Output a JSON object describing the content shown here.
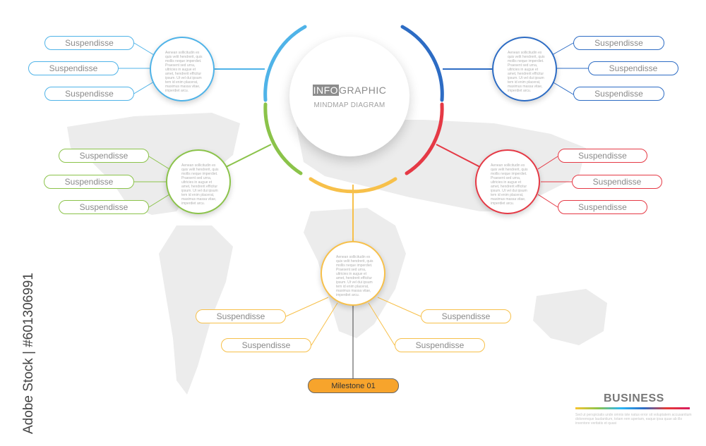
{
  "hub": {
    "title_highlight": "INFO",
    "title_rest": "GRAPHIC",
    "subtitle": "MINDMAP DIAGRAM"
  },
  "nodes": [
    {
      "color": "#4fb3e8",
      "text": "Aenean sollicitudin ex quis velit hendrerit, quis mollis neque imperdiet. Praesent sed urna, ultricies in augue et amet, hendrerit efficitur ipsum. Ut vel dui ipsum tem id enim placerat, maximus massa vitae, imperdiet arcu.",
      "labels": [
        "Suspendisse",
        "Suspendisse",
        "Suspendisse"
      ]
    },
    {
      "color": "#2d6cc4",
      "text": "Aenean sollicitudin ex quis velit hendrerit, quis mollis neque imperdiet. Praesent sed urna, ultricies in augue et amet, hendrerit efficitur ipsum. Ut vel dui ipsum tem id enim placerat, maximus massa vitae, imperdiet arcu.",
      "labels": [
        "Suspendisse",
        "Suspendisse",
        "Suspendisse"
      ]
    },
    {
      "color": "#8bc34a",
      "text": "Aenean sollicitudin ex quis velit hendrerit, quis mollis neque imperdiet. Praesent sed urna, ultricies in augue et amet, hendrerit efficitur ipsum. Ut vel dui ipsum tem id enim placerat, maximus massa vitae, imperdiet arcu.",
      "labels": [
        "Suspendisse",
        "Suspendisse",
        "Suspendisse"
      ]
    },
    {
      "color": "#e53945",
      "text": "Aenean sollicitudin ex quis velit hendrerit, quis mollis neque imperdiet. Praesent sed urna, ultricies in augue et amet, hendrerit efficitur ipsum. Ut vel dui ipsum tem id enim placerat, maximus massa vitae, imperdiet arcu.",
      "labels": [
        "Suspendisse",
        "Suspendisse",
        "Suspendisse"
      ]
    },
    {
      "color": "#f7c04a",
      "text": "Aenean sollicitudin ex quis velit hendrerit, quis mollis neque imperdiet. Praesent sed urna, ultricies in augue et amet, hendrerit efficitur ipsum. Ut vel dui ipsum tem id enim placerat, maximus massa vitae, imperdiet arcu.",
      "labels": [
        "Suspendisse",
        "Suspendisse",
        "Suspendisse",
        "Suspendisse"
      ]
    }
  ],
  "milestone": "Milestone 01",
  "brand": "BUSINESS",
  "brand_text": "Sed ut perspiciatis unde omnis iste natus error sit voluptatem accusantium doloremque laudantium, totam rem aperiam, eaque ipsa quae ab illo inventore veritatis et quasi",
  "credit": "Adobe Stock | #601306991"
}
